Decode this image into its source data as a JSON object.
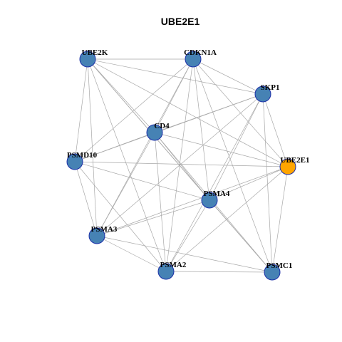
{
  "title": "UBE2E1",
  "colors": {
    "node_default": "#4682B4",
    "node_query": "#FFA500",
    "node_border": "#1C2FA8",
    "edge": "#A8A8A8",
    "background": "#FFFFFF"
  },
  "network": {
    "nodes": [
      {
        "id": "UBE2K",
        "label": "UBE2K",
        "query": false
      },
      {
        "id": "CDKN1A",
        "label": "CDKN1A",
        "query": false
      },
      {
        "id": "SKP1",
        "label": "SKP1",
        "query": false
      },
      {
        "id": "CD4",
        "label": "CD4",
        "query": false
      },
      {
        "id": "PSMD10",
        "label": "PSMD10",
        "query": false
      },
      {
        "id": "UBE2E1",
        "label": "UBE2E1",
        "query": true
      },
      {
        "id": "PSMA4",
        "label": "PSMA4",
        "query": false
      },
      {
        "id": "PSMA3",
        "label": "PSMA3",
        "query": false
      },
      {
        "id": "PSMA2",
        "label": "PSMA2",
        "query": false
      },
      {
        "id": "PSMC1",
        "label": "PSMC1",
        "query": false
      }
    ],
    "edges": [
      [
        "UBE2K",
        "CDKN1A"
      ],
      [
        "UBE2K",
        "SKP1"
      ],
      [
        "UBE2K",
        "CD4"
      ],
      [
        "UBE2K",
        "PSMD10"
      ],
      [
        "UBE2K",
        "UBE2E1"
      ],
      [
        "UBE2K",
        "PSMA4"
      ],
      [
        "UBE2K",
        "PSMA3"
      ],
      [
        "UBE2K",
        "PSMA2"
      ],
      [
        "UBE2K",
        "PSMC1"
      ],
      [
        "CDKN1A",
        "SKP1"
      ],
      [
        "CDKN1A",
        "CD4"
      ],
      [
        "CDKN1A",
        "PSMD10"
      ],
      [
        "CDKN1A",
        "UBE2E1"
      ],
      [
        "CDKN1A",
        "PSMA4"
      ],
      [
        "CDKN1A",
        "PSMA3"
      ],
      [
        "CDKN1A",
        "PSMA2"
      ],
      [
        "CDKN1A",
        "PSMC1"
      ],
      [
        "SKP1",
        "CD4"
      ],
      [
        "SKP1",
        "UBE2E1"
      ],
      [
        "SKP1",
        "PSMA4"
      ],
      [
        "SKP1",
        "PSMA3"
      ],
      [
        "SKP1",
        "PSMA2"
      ],
      [
        "SKP1",
        "PSMC1"
      ],
      [
        "SKP1",
        "PSMD10"
      ],
      [
        "CD4",
        "PSMD10"
      ],
      [
        "CD4",
        "UBE2E1"
      ],
      [
        "CD4",
        "PSMA4"
      ],
      [
        "CD4",
        "PSMA3"
      ],
      [
        "CD4",
        "PSMA2"
      ],
      [
        "CD4",
        "PSMC1"
      ],
      [
        "PSMD10",
        "UBE2E1"
      ],
      [
        "PSMD10",
        "PSMA4"
      ],
      [
        "PSMD10",
        "PSMA3"
      ],
      [
        "PSMD10",
        "PSMA2"
      ],
      [
        "UBE2E1",
        "PSMA4"
      ],
      [
        "UBE2E1",
        "PSMA3"
      ],
      [
        "UBE2E1",
        "PSMA2"
      ],
      [
        "UBE2E1",
        "PSMC1"
      ],
      [
        "PSMA4",
        "PSMA3"
      ],
      [
        "PSMA4",
        "PSMA2"
      ],
      [
        "PSMA4",
        "PSMC1"
      ],
      [
        "PSMA3",
        "PSMA2"
      ],
      [
        "PSMA3",
        "PSMC1"
      ],
      [
        "PSMA2",
        "PSMC1"
      ]
    ]
  }
}
